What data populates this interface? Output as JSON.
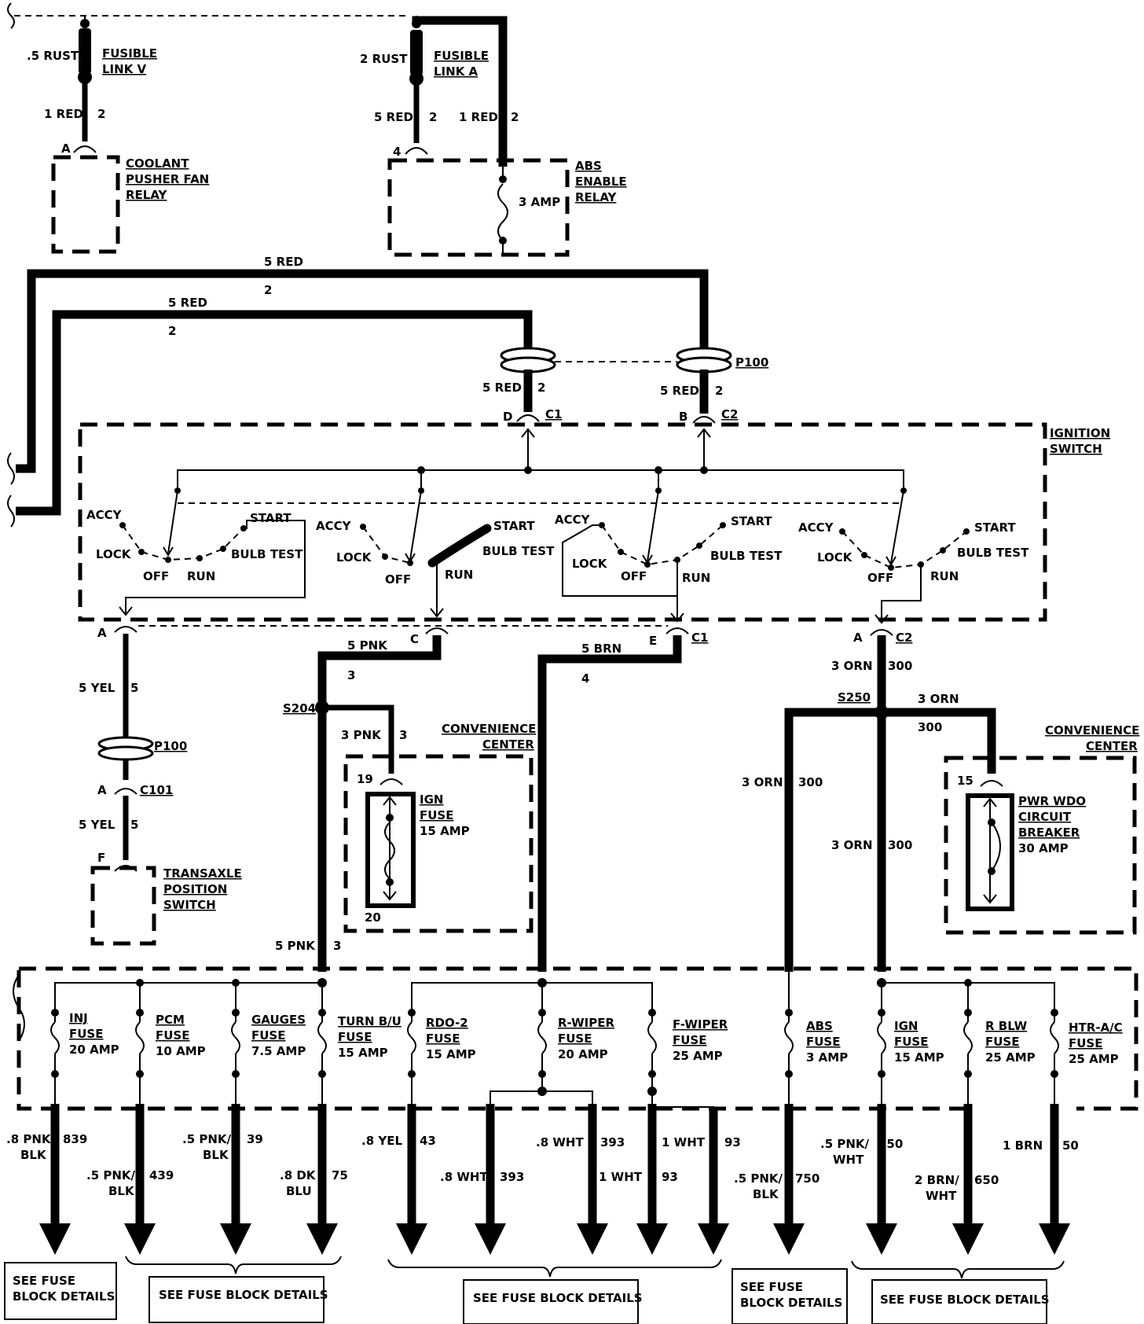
{
  "fusible_links": {
    "v": {
      "wire": ".5 RUST",
      "label": [
        "FUSIBLE",
        "LINK V"
      ]
    },
    "a": {
      "wire": "2 RUST",
      "label": [
        "FUSIBLE",
        "LINK A"
      ]
    }
  },
  "coolant_relay": {
    "wire": "1 RED",
    "circuit": "2",
    "pin": "A",
    "label": [
      "COOLANT",
      "PUSHER FAN",
      "RELAY"
    ]
  },
  "abs_relay": {
    "wire_a": "5 RED",
    "circuit_a": "2",
    "wire_b": "1 RED",
    "circuit_b": "2",
    "pin": "4",
    "fuse": "3 AMP",
    "label": [
      "ABS",
      "ENABLE",
      "RELAY"
    ]
  },
  "top_feeds": {
    "outer_wire": "5 RED",
    "outer_circuit": "2",
    "inner_wire": "5 RED",
    "inner_circuit": "2"
  },
  "p100_top": {
    "label": "P100",
    "left_wire": "5 RED",
    "left_circuit": "2",
    "left_pin": "D",
    "left_conn": "C1",
    "right_wire": "5 RED",
    "right_circuit": "2",
    "right_pin": "B",
    "right_conn": "C2"
  },
  "ignition_switch": {
    "label": [
      "IGNITION",
      "SWITCH"
    ]
  },
  "switch_positions": {
    "accy": "ACCY",
    "lock": "LOCK",
    "off": "OFF",
    "run": "RUN",
    "start": "START",
    "bulb_test": "BULB TEST"
  },
  "outputs": {
    "a": {
      "pin": "A",
      "wire": "5 YEL",
      "circuit": "5"
    },
    "c": {
      "pin": "C",
      "wire": "5 PNK",
      "circuit": "3"
    },
    "e": {
      "pin": "E",
      "wire": "5 BRN",
      "circuit": "4",
      "conn": "C1"
    },
    "a2": {
      "pin": "A",
      "conn": "C2",
      "wire": "3 ORN",
      "circuit": "300"
    }
  },
  "transaxle_path": {
    "p100": "P100",
    "c101_pin": "A",
    "c101": "C101",
    "wire": "5 YEL",
    "circuit": "5",
    "pin": "F",
    "label": [
      "TRANSAXLE",
      "POSITION",
      "SWITCH"
    ]
  },
  "s204": {
    "label": "S204",
    "wire": "3 PNK",
    "circuit": "3",
    "lower_wire": "5 PNK",
    "lower_circuit": "3"
  },
  "conv_center_left": {
    "label": [
      "CONVENIENCE",
      "CENTER"
    ],
    "pin_top": "19",
    "pin_bottom": "20",
    "fuse": [
      "IGN",
      "FUSE",
      "15 AMP"
    ]
  },
  "s250": {
    "label": "S250",
    "wire_right": "3 ORN",
    "circuit_right": "300",
    "wire_left": "3 ORN",
    "circuit_left": "300",
    "wire_down": "3 ORN",
    "circuit_down": "300"
  },
  "conv_center_right": {
    "label": [
      "CONVENIENCE",
      "CENTER"
    ],
    "pin": "15",
    "breaker": [
      "PWR WDO",
      "CIRCUIT",
      "BREAKER",
      "30 AMP"
    ]
  },
  "fuses": [
    {
      "name": [
        "INJ",
        "FUSE",
        "20 AMP"
      ]
    },
    {
      "name": [
        "PCM",
        "FUSE",
        "10 AMP"
      ]
    },
    {
      "name": [
        "GAUGES",
        "FUSE",
        "7.5 AMP"
      ]
    },
    {
      "name": [
        "TURN B/U",
        "FUSE",
        "15 AMP"
      ]
    },
    {
      "name": [
        "RDO-2",
        "FUSE",
        "15 AMP"
      ]
    },
    {
      "name": [
        "R-WIPER",
        "FUSE",
        "20 AMP"
      ]
    },
    {
      "name": [
        "F-WIPER",
        "FUSE",
        "25 AMP"
      ]
    },
    {
      "name": [
        "ABS",
        "FUSE",
        "3 AMP"
      ]
    },
    {
      "name": [
        "IGN",
        "FUSE",
        "15 AMP"
      ]
    },
    {
      "name": [
        "R BLW",
        "FUSE",
        "25 AMP"
      ]
    },
    {
      "name": [
        "HTR-A/C",
        "FUSE",
        "25 AMP"
      ]
    }
  ],
  "bottom_wires": [
    {
      "wire": [
        ".8 PNK",
        "BLK"
      ],
      "circuit": "839"
    },
    {
      "wire": [
        ".5 PNK/",
        "BLK"
      ],
      "circuit": "439"
    },
    {
      "wire": [
        ".5 PNK/",
        "BLK"
      ],
      "circuit": "39"
    },
    {
      "wire": [
        ".8 DK",
        "BLU"
      ],
      "circuit": "75"
    },
    {
      "wire": [
        ".8 YEL"
      ],
      "circuit": "43"
    },
    {
      "wire": [
        ".8 WHT"
      ],
      "circuit": "393"
    },
    {
      "wire": [
        ".8 WHT"
      ],
      "circuit": "393"
    },
    {
      "wire": [
        "1 WHT"
      ],
      "circuit": "93"
    },
    {
      "wire": [
        "1 WHT"
      ],
      "circuit": "93"
    },
    {
      "wire": [
        ".5 PNK/",
        "BLK"
      ],
      "circuit": "750"
    },
    {
      "wire": [
        ".5 PNK/",
        "WHT"
      ],
      "circuit": "350"
    },
    {
      "wire": [
        "2 BRN/",
        "WHT"
      ],
      "circuit": "650"
    },
    {
      "wire": [
        "1 BRN"
      ],
      "circuit": "50"
    }
  ],
  "see_fuse_boxes": [
    [
      "SEE FUSE",
      "BLOCK DETAILS"
    ],
    [
      "SEE FUSE BLOCK DETAILS"
    ],
    [
      "SEE FUSE BLOCK DETAILS"
    ],
    [
      "SEE FUSE",
      "BLOCK DETAILS"
    ],
    [
      "SEE FUSE BLOCK DETAILS"
    ]
  ]
}
